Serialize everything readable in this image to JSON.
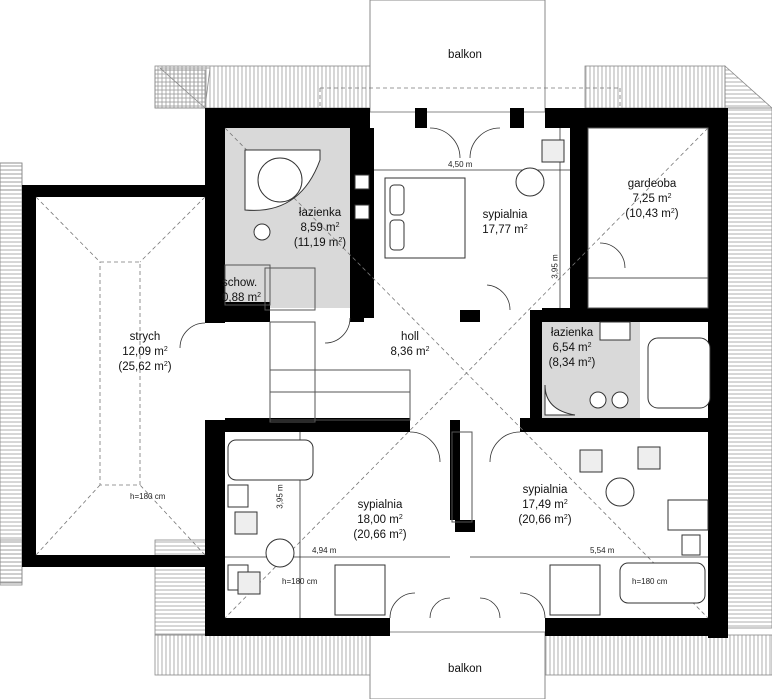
{
  "colors": {
    "wall": "#000000",
    "roof_line": "#888888",
    "wet_floor": "#d9d9d9",
    "background": "#ffffff"
  },
  "balconies": {
    "top": "balkon",
    "bottom": "balkon"
  },
  "rooms": {
    "strych": {
      "name": "strych",
      "area": "12,09 m",
      "area_total": "(25,62 m",
      "sup": "2",
      "close": ")"
    },
    "lazienka_top": {
      "name": "łazienka",
      "area": "8,59 m",
      "area_total": "(11,19 m",
      "sup": "2",
      "close": ")"
    },
    "schow": {
      "name": "schow.",
      "area": "0,88 m",
      "sup": "2"
    },
    "sypialnia_top": {
      "name": "sypialnia",
      "area": "17,77 m",
      "sup": "2"
    },
    "gardeoba": {
      "name": "gardeoba",
      "area": "7,25 m",
      "area_total": "(10,43 m",
      "sup": "2",
      "close": ")"
    },
    "holl": {
      "name": "holl",
      "area": "8,36 m",
      "sup": "2"
    },
    "lazienka_right": {
      "name": "łazienka",
      "area": "6,54 m",
      "area_total": "(8,34 m",
      "sup": "2",
      "close": ")"
    },
    "sypialnia_left": {
      "name": "sypialnia",
      "area": "18,00 m",
      "area_total": "(20,66 m",
      "sup": "2",
      "close": ")"
    },
    "sypialnia_right": {
      "name": "sypialnia",
      "area": "17,49 m",
      "area_total": "(20,66 m",
      "sup": "2",
      "close": ")"
    }
  },
  "dimensions": {
    "top_width": "4,50 m",
    "top_height": "3,95 m",
    "left_height": "3,95 m",
    "left_width": "4,94 m",
    "right_width": "5,54 m",
    "h_strych": "h=180 cm",
    "h_left": "h=180 cm",
    "h_right": "h=180 cm"
  }
}
